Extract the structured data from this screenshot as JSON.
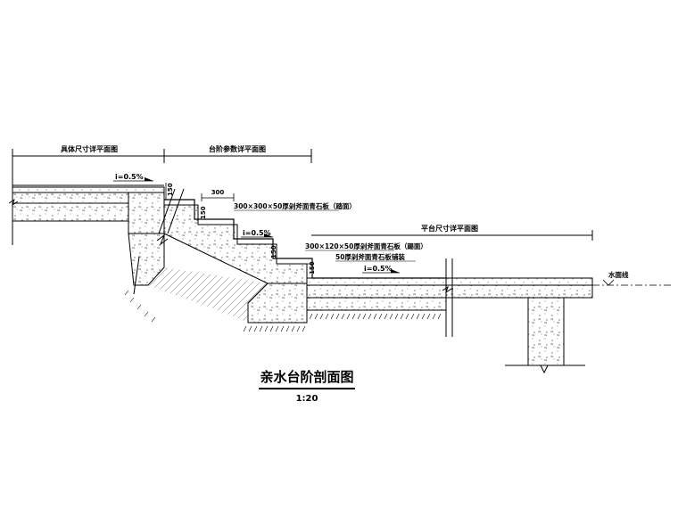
{
  "drawing": {
    "title": "亲水台阶剖面图",
    "scale": "1:20",
    "dimensions": {
      "left_span": "具体尺寸详平面图",
      "middle_span": "台阶参数详平面图",
      "platform_span": "平台尺寸详平面图",
      "step_width": "300",
      "riser_1": "150",
      "riser_2": "150",
      "riser_3": "150",
      "riser_4": "150"
    },
    "slopes": {
      "top": "i=0.5%",
      "mid": "i=0.5%",
      "platform": "i=0.5%"
    },
    "annotations": {
      "tread_upper": "300×300×50厚剁斧面青石板（踏面）",
      "tread_lower": "300×120×50厚剁斧面青石板（踢面）",
      "paving": "50厚剁斧面青石板铺装",
      "water_line": "水面线"
    },
    "colors": {
      "line": "#000000",
      "hatch": "#666666"
    }
  }
}
